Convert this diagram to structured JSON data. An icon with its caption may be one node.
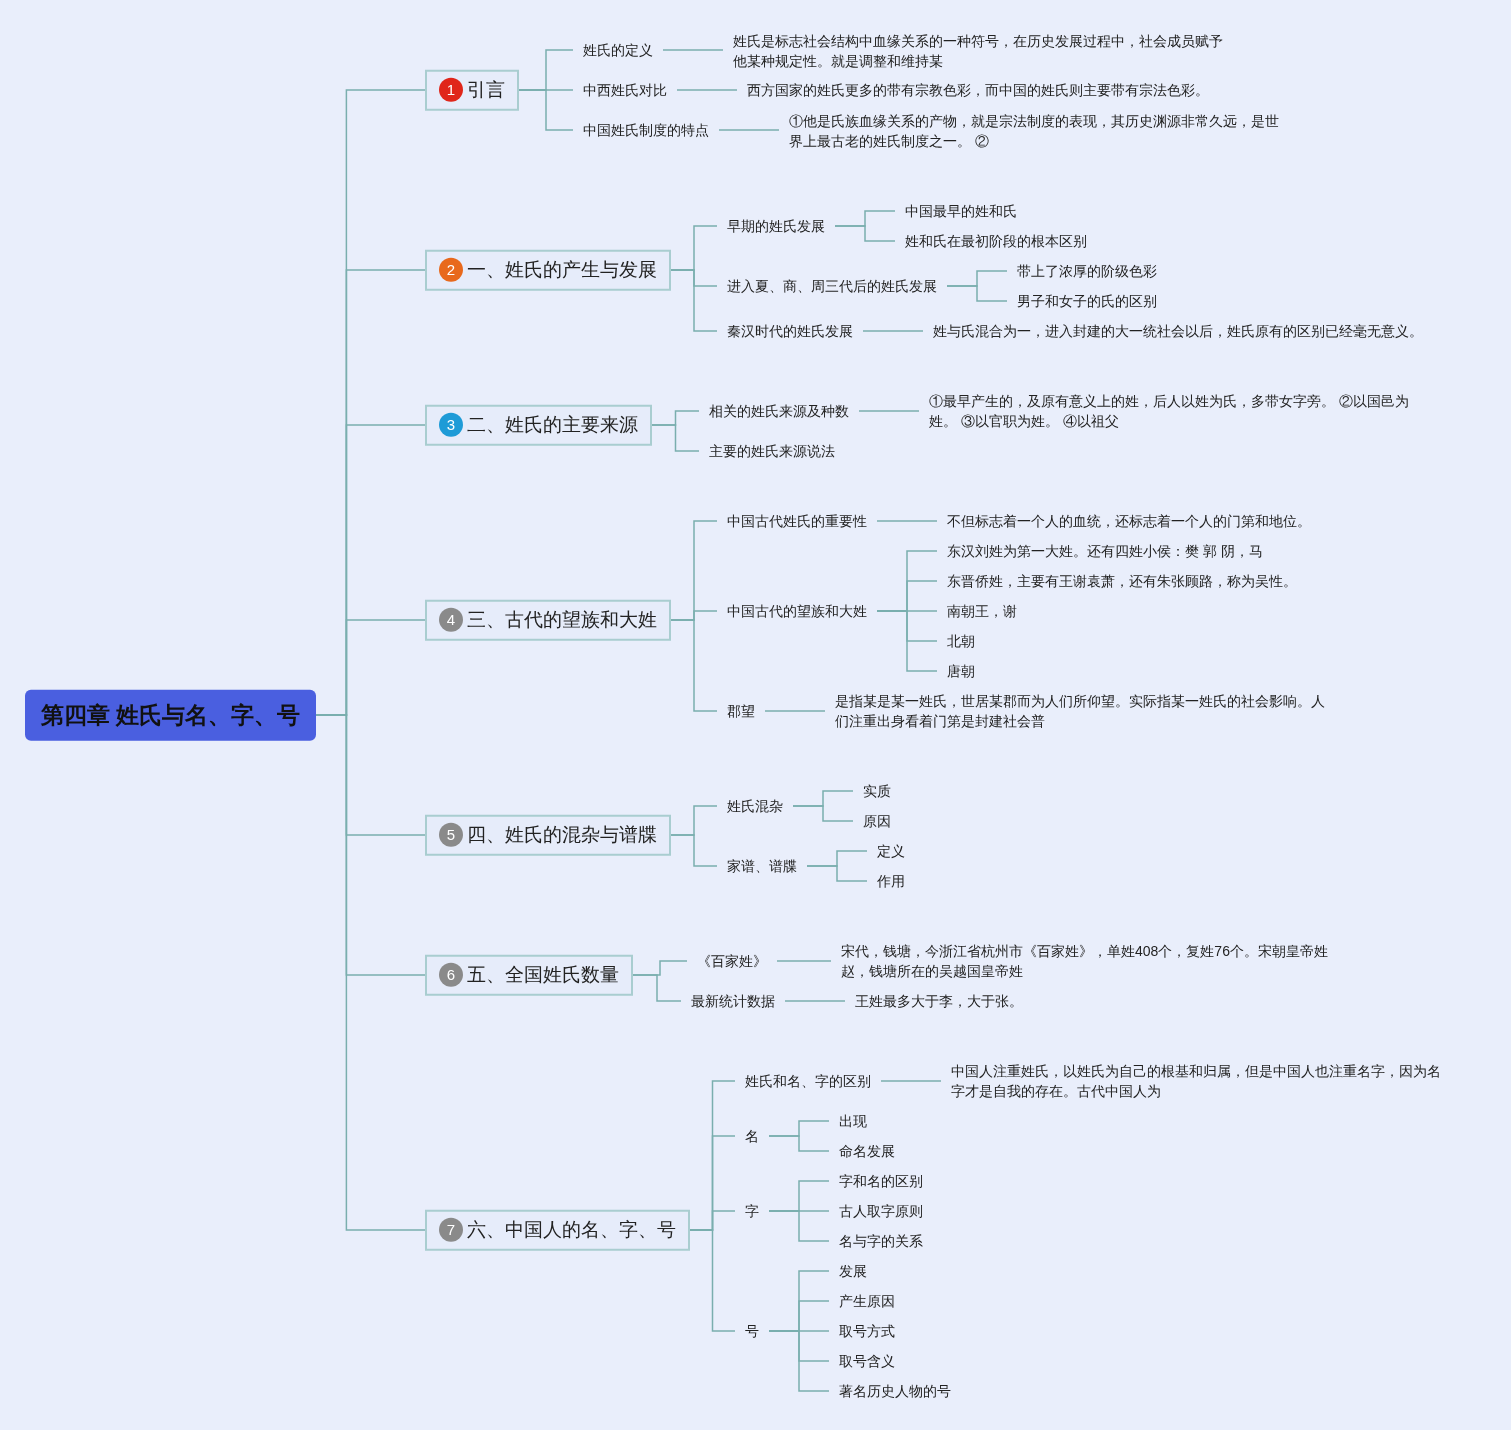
{
  "diagram": {
    "nodes": [
      {
        "text": [
          "第四章 姓氏与名、字、号"
        ]
      },
      {
        "text": [
          "1",
          "引言"
        ]
      },
      {
        "text": [
          "姓氏的定义"
        ]
      },
      {
        "text": [
          "姓氏是标志社会结构中血缘关系的一种符号，在历史发展过程中，社会成员赋予他某种规定性。就是调整和维持某"
        ]
      },
      {
        "text": [
          "中西姓氏对比"
        ]
      },
      {
        "text": [
          "西方国家的姓氏更多的带有宗教色彩，而中国的姓氏则主要带有宗法色彩。"
        ]
      },
      {
        "text": [
          "中国姓氏制度的特点"
        ]
      },
      {
        "text": [
          "①他是氏族血缘关系的产物，就是宗法制度的表现，其历史渊源非常久远，是世界上最古老的姓氏制度之一。 ②"
        ]
      },
      {
        "text": [
          "2",
          "一、姓氏的产生与发展"
        ]
      },
      {
        "text": [
          "早期的姓氏发展"
        ]
      },
      {
        "text": [
          "中国最早的姓和氏"
        ]
      },
      {
        "text": [
          "姓和氏在最初阶段的根本区别"
        ]
      },
      {
        "text": [
          "进入夏、商、周三代后的姓氏发展"
        ]
      },
      {
        "text": [
          "带上了浓厚的阶级色彩"
        ]
      },
      {
        "text": [
          "男子和女子的氏的区别"
        ]
      },
      {
        "text": [
          "秦汉时代的姓氏发展"
        ]
      },
      {
        "text": [
          "姓与氏混合为一，进入封建的大一统社会以后，姓氏原有的区别已经毫无意义。"
        ]
      },
      {
        "text": [
          "3",
          "二、姓氏的主要来源"
        ]
      },
      {
        "text": [
          "相关的姓氏来源及种数"
        ]
      },
      {
        "text": [
          "①最早产生的，及原有意义上的姓，后人以姓为氏，多带女字旁。 ②以国邑为姓。 ③以官职为姓。 ④以祖父"
        ]
      },
      {
        "text": [
          "主要的姓氏来源说法"
        ]
      },
      {
        "text": [
          "4",
          "三、古代的望族和大姓"
        ]
      },
      {
        "text": [
          "中国古代姓氏的重要性"
        ]
      },
      {
        "text": [
          "不但标志着一个人的血统，还标志着一个人的门第和地位。"
        ]
      },
      {
        "text": [
          "中国古代的望族和大姓"
        ]
      },
      {
        "text": [
          "东汉刘姓为第一大姓。还有四姓小侯：樊 郭 阴，马"
        ]
      },
      {
        "text": [
          "东晋侨姓，主要有王谢袁萧，还有朱张顾路，称为吴性。"
        ]
      },
      {
        "text": [
          "南朝王，谢"
        ]
      },
      {
        "text": [
          "北朝"
        ]
      },
      {
        "text": [
          "唐朝"
        ]
      },
      {
        "text": [
          "郡望"
        ]
      },
      {
        "text": [
          "是指某是某一姓氏，世居某郡而为人们所仰望。实际指某一姓氏的社会影响。人们注重出身看着门第是封建社会普"
        ]
      },
      {
        "text": [
          "5",
          "四、姓氏的混杂与谱牒"
        ]
      },
      {
        "text": [
          "姓氏混杂"
        ]
      },
      {
        "text": [
          "实质"
        ]
      },
      {
        "text": [
          "原因"
        ]
      },
      {
        "text": [
          "家谱、谱牒"
        ]
      },
      {
        "text": [
          "定义"
        ]
      },
      {
        "text": [
          "作用"
        ]
      },
      {
        "text": [
          "6",
          "五、全国姓氏数量"
        ]
      },
      {
        "text": [
          "《百家姓》"
        ]
      },
      {
        "text": [
          "宋代，钱塘，今浙江省杭州市《百家姓》，单姓408个，复姓76个。宋朝皇帝姓赵，钱塘所在的吴越国皇帝姓"
        ]
      },
      {
        "text": [
          "最新统计数据"
        ]
      },
      {
        "text": [
          "王姓最多大于李，大于张。"
        ]
      },
      {
        "text": [
          "7",
          "六、中国人的名、字、号"
        ]
      },
      {
        "text": [
          "姓氏和名、字的区别"
        ]
      },
      {
        "text": [
          "中国人注重姓氏，以姓氏为自己的根基和归属，但是中国人也注重名字，因为名字才是自我的存在。古代中国人为"
        ]
      },
      {
        "text": [
          "名"
        ]
      },
      {
        "text": [
          "出现"
        ]
      },
      {
        "text": [
          "命名发展"
        ]
      },
      {
        "text": [
          "字"
        ]
      },
      {
        "text": [
          "字和名的区别"
        ]
      },
      {
        "text": [
          "古人取字原则"
        ]
      },
      {
        "text": [
          "名与字的关系"
        ]
      },
      {
        "text": [
          "号"
        ]
      },
      {
        "text": [
          "发展"
        ]
      },
      {
        "text": [
          "产生原因"
        ]
      },
      {
        "text": [
          "取号方式"
        ]
      },
      {
        "text": [
          "取号含义"
        ]
      },
      {
        "text": [
          "著名历史人物的号"
        ]
      }
    ],
    "edges": [
      {
        "from": 0,
        "to": 1,
        "arrow": "none"
      },
      {
        "from": 0,
        "to": 8,
        "arrow": "none"
      },
      {
        "from": 0,
        "to": 17,
        "arrow": "none"
      },
      {
        "from": 0,
        "to": 21,
        "arrow": "none"
      },
      {
        "from": 0,
        "to": 32,
        "arrow": "none"
      },
      {
        "from": 0,
        "to": 39,
        "arrow": "none"
      },
      {
        "from": 0,
        "to": 44,
        "arrow": "none"
      },
      {
        "from": 1,
        "to": 2,
        "arrow": "none"
      },
      {
        "from": 1,
        "to": 4,
        "arrow": "none"
      },
      {
        "from": 1,
        "to": 6,
        "arrow": "none"
      },
      {
        "from": 2,
        "to": 3,
        "arrow": "none"
      },
      {
        "from": 4,
        "to": 5,
        "arrow": "none"
      },
      {
        "from": 6,
        "to": 7,
        "arrow": "none"
      },
      {
        "from": 8,
        "to": 9,
        "arrow": "none"
      },
      {
        "from": 8,
        "to": 12,
        "arrow": "none"
      },
      {
        "from": 8,
        "to": 15,
        "arrow": "none"
      },
      {
        "from": 9,
        "to": 10,
        "arrow": "none"
      },
      {
        "from": 9,
        "to": 11,
        "arrow": "none"
      },
      {
        "from": 12,
        "to": 13,
        "arrow": "none"
      },
      {
        "from": 12,
        "to": 14,
        "arrow": "none"
      },
      {
        "from": 15,
        "to": 16,
        "arrow": "none"
      },
      {
        "from": 17,
        "to": 18,
        "arrow": "none"
      },
      {
        "from": 17,
        "to": 20,
        "arrow": "none"
      },
      {
        "from": 18,
        "to": 19,
        "arrow": "none"
      },
      {
        "from": 21,
        "to": 22,
        "arrow": "none"
      },
      {
        "from": 21,
        "to": 24,
        "arrow": "none"
      },
      {
        "from": 21,
        "to": 30,
        "arrow": "none"
      },
      {
        "from": 22,
        "to": 23,
        "arrow": "none"
      },
      {
        "from": 24,
        "to": 25,
        "arrow": "none"
      },
      {
        "from": 24,
        "to": 26,
        "arrow": "none"
      },
      {
        "from": 24,
        "to": 27,
        "arrow": "none"
      },
      {
        "from": 24,
        "to": 28,
        "arrow": "none"
      },
      {
        "from": 24,
        "to": 29,
        "arrow": "none"
      },
      {
        "from": 30,
        "to": 31,
        "arrow": "none"
      },
      {
        "from": 32,
        "to": 33,
        "arrow": "none"
      },
      {
        "from": 32,
        "to": 36,
        "arrow": "none"
      },
      {
        "from": 33,
        "to": 34,
        "arrow": "none"
      },
      {
        "from": 33,
        "to": 35,
        "arrow": "none"
      },
      {
        "from": 36,
        "to": 37,
        "arrow": "none"
      },
      {
        "from": 36,
        "to": 38,
        "arrow": "none"
      },
      {
        "from": 39,
        "to": 40,
        "arrow": "none"
      },
      {
        "from": 39,
        "to": 42,
        "arrow": "none"
      },
      {
        "from": 40,
        "to": 41,
        "arrow": "none"
      },
      {
        "from": 42,
        "to": 43,
        "arrow": "none"
      },
      {
        "from": 44,
        "to": 45,
        "arrow": "none"
      },
      {
        "from": 44,
        "to": 47,
        "arrow": "none"
      },
      {
        "from": 44,
        "to": 50,
        "arrow": "none"
      },
      {
        "from": 44,
        "to": 54,
        "arrow": "none"
      },
      {
        "from": 45,
        "to": 46,
        "arrow": "none"
      },
      {
        "from": 47,
        "to": 48,
        "arrow": "none"
      },
      {
        "from": 47,
        "to": 49,
        "arrow": "none"
      },
      {
        "from": 50,
        "to": 51,
        "arrow": "none"
      },
      {
        "from": 50,
        "to": 52,
        "arrow": "none"
      },
      {
        "from": 50,
        "to": 53,
        "arrow": "none"
      },
      {
        "from": 54,
        "to": 55,
        "arrow": "none"
      },
      {
        "from": 54,
        "to": 56,
        "arrow": "none"
      },
      {
        "from": 54,
        "to": 57,
        "arrow": "none"
      },
      {
        "from": 54,
        "to": 58,
        "arrow": "none"
      },
      {
        "from": 54,
        "to": 59,
        "arrow": "none"
      }
    ]
  }
}
